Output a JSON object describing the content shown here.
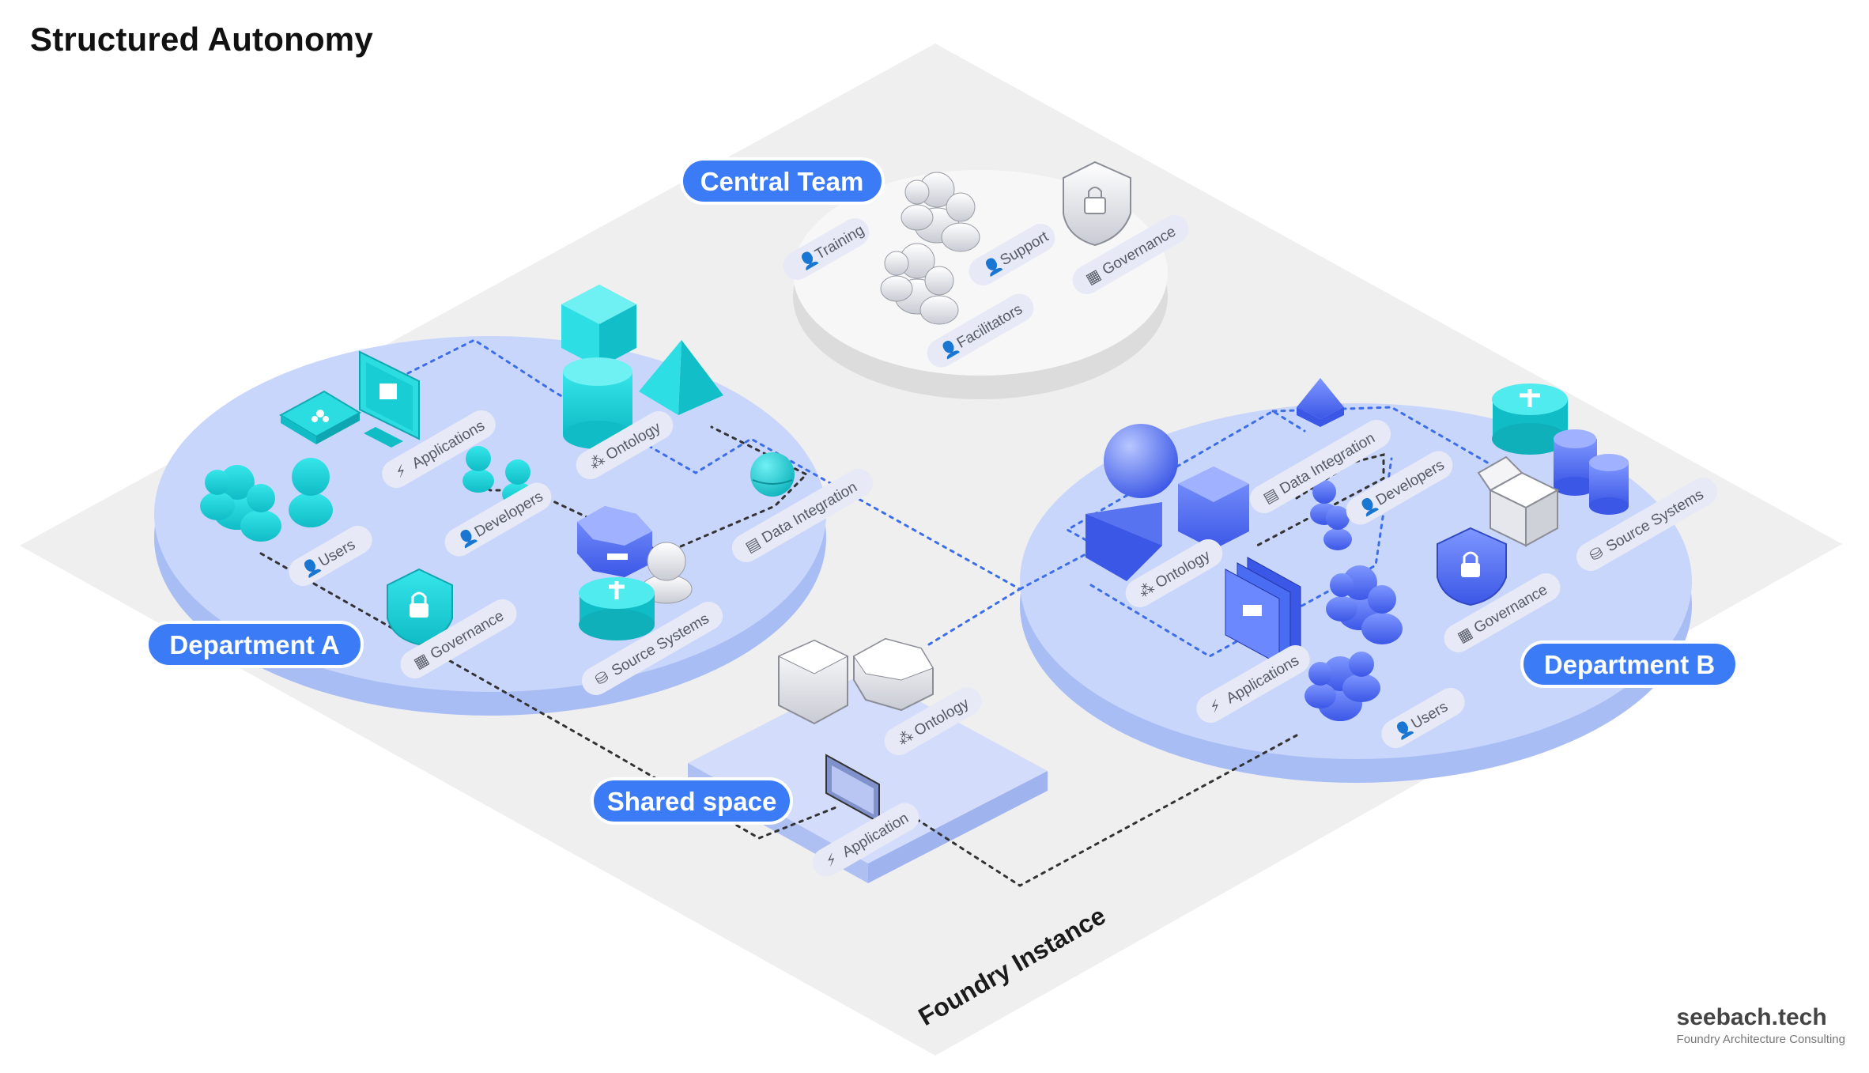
{
  "title": "Structured Autonomy",
  "brand": {
    "name": "seebach.tech",
    "tagline": "Foundry Architecture Consulting"
  },
  "instance": {
    "label": "Foundry Instance"
  },
  "colors": {
    "accent": "#3b7bf5",
    "zone_fill": "#c9d6fb",
    "zone_side": "#a9bdf5",
    "cyan": "#18d3d9",
    "blue": "#4a6cf2",
    "ground": "#efefef",
    "central": "#f1f1f1"
  },
  "central_team": {
    "name": "Central Team",
    "labels": {
      "training": "Training",
      "support": "Support",
      "governance": "Governance",
      "facilitators": "Facilitators"
    }
  },
  "department_a": {
    "name": "Department A",
    "labels": {
      "applications": "Applications",
      "ontology": "Ontology",
      "users": "Users",
      "developers": "Developers",
      "data_integration": "Data Integration",
      "governance": "Governance",
      "source_systems": "Source Systems"
    }
  },
  "department_b": {
    "name": "Department B",
    "labels": {
      "data_integration": "Data Integration",
      "developers": "Developers",
      "ontology": "Ontology",
      "source_systems": "Source Systems",
      "governance": "Governance",
      "applications": "Applications",
      "users": "Users"
    }
  },
  "shared_space": {
    "name": "Shared space",
    "labels": {
      "ontology": "Ontology",
      "application": "Application"
    }
  }
}
